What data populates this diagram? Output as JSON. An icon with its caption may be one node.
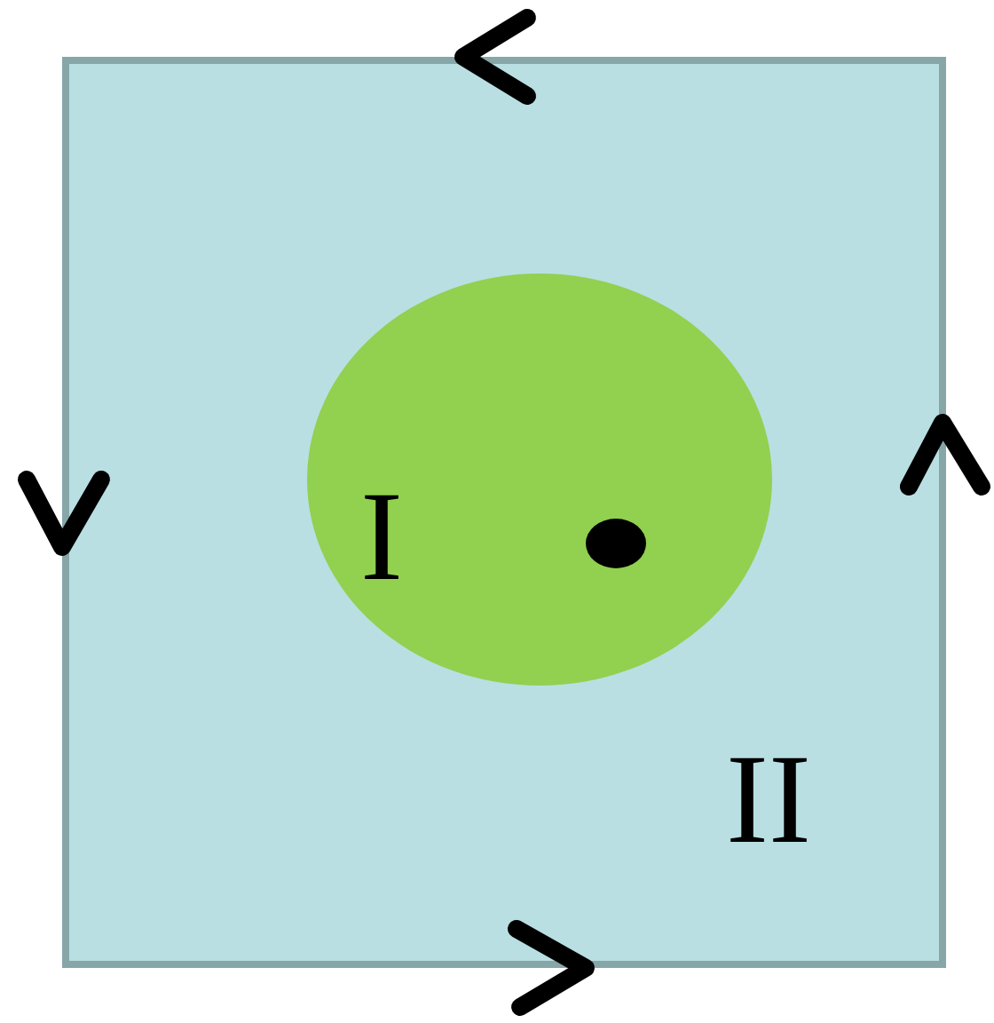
{
  "diagram": {
    "nodes": [
      {
        "text": [
          "II"
        ]
      },
      {
        "text": [
          "I"
        ],
        "in": 0
      }
    ]
  }
}
